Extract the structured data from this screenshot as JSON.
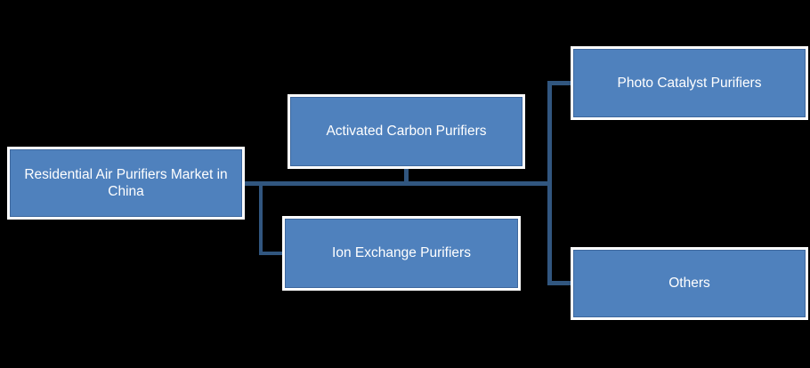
{
  "diagram": {
    "type": "tree",
    "background_color": "#000000",
    "node_fill_color": "#4F81BD",
    "node_border_color": "#FFFFFF",
    "connector_color": "#31567F",
    "text_color": "#FFFFFF",
    "root": {
      "label": "Residential Air Purifiers Market in China"
    },
    "children": [
      {
        "label": "Activated Carbon Purifiers"
      },
      {
        "label": "Ion Exchange Purifiers"
      },
      {
        "label": "Photo Catalyst Purifiers"
      },
      {
        "label": "Others"
      }
    ]
  }
}
